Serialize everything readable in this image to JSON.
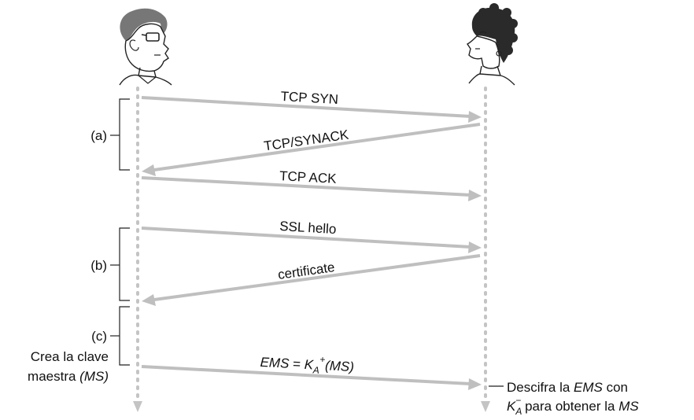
{
  "participants": {
    "client": {
      "icon": "man-with-glasses-icon"
    },
    "server": {
      "icon": "woman-with-curly-hair-icon"
    }
  },
  "messages": {
    "tcp_syn": "TCP SYN",
    "tcp_synack": "TCP/SYNACK",
    "tcp_ack": "TCP ACK",
    "ssl_hello": "SSL hello",
    "certificate": "certificate",
    "ems": {
      "lhs": "EMS",
      "eq": " = ",
      "k": "K",
      "sub": "A",
      "sup": "+",
      "arg": "(MS)"
    }
  },
  "phases": {
    "a": "(a)",
    "b": "(b)",
    "c": "(c)"
  },
  "notes": {
    "client_line1": "Crea la clave",
    "client_line2_plain": "maestra ",
    "client_line2_italic": "(MS)",
    "server_line1_plain": "Descifra la ",
    "server_line1_italic": "EMS",
    "server_line1_end": " con",
    "server_k": "K",
    "server_k_sub": "A",
    "server_k_sup": "−",
    "server_line2_rest": " para obtener la ",
    "server_line2_italic": "MS"
  },
  "colors": {
    "arrow": "#bfbfbf",
    "lifeline": "#c4c4c4",
    "text": "#111111"
  }
}
